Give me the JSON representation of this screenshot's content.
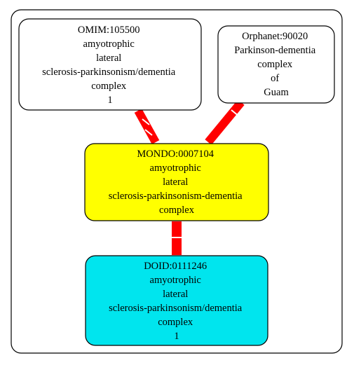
{
  "colors": {
    "background": "#ffffff",
    "border": "#000000",
    "edge": "#ff0000",
    "mondo_fill": "#ffff00",
    "doid_fill": "#00e5ee",
    "source_fill": "#ffffff"
  },
  "nodes": {
    "omim": {
      "lines": [
        "OMIM:105500",
        "amyotrophic",
        "lateral",
        "sclerosis-parkinsonism/dementia",
        "complex",
        "1"
      ]
    },
    "orphanet": {
      "lines": [
        "Orphanet:90020",
        "Parkinson-dementia",
        "complex",
        "of",
        "Guam"
      ]
    },
    "mondo": {
      "lines": [
        "MONDO:0007104",
        "amyotrophic",
        "lateral",
        "sclerosis-parkinsonism-dementia",
        "complex"
      ]
    },
    "doid": {
      "lines": [
        "DOID:0111246",
        "amyotrophic",
        "lateral",
        "sclerosis-parkinsonism/dementia",
        "complex",
        "1"
      ]
    }
  }
}
